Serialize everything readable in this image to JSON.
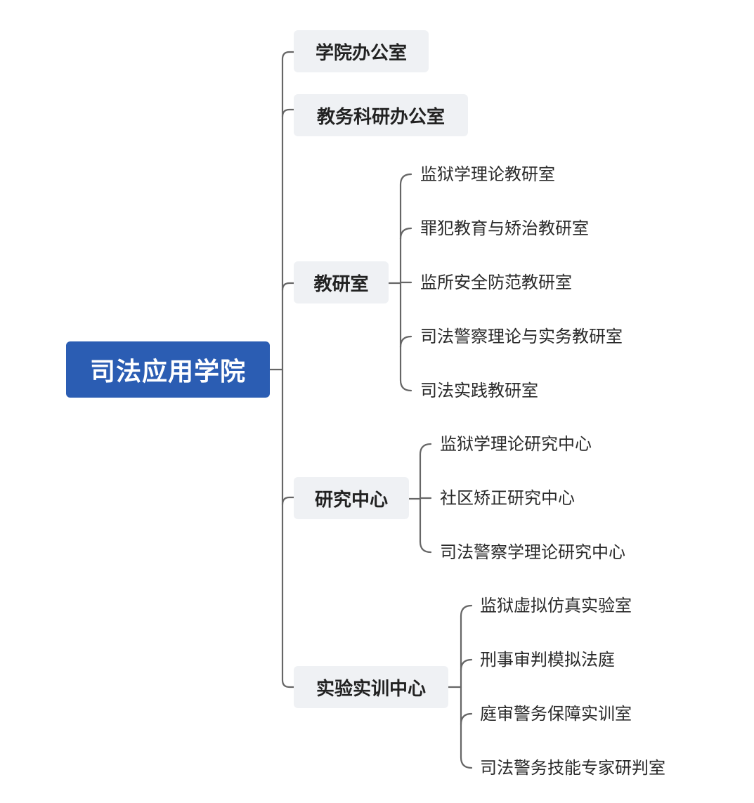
{
  "root": "司法应用学院",
  "branches": [
    {
      "label": "学院办公室",
      "children": []
    },
    {
      "label": "教务科研办公室",
      "children": []
    },
    {
      "label": "教研室",
      "children": [
        "监狱学理论教研室",
        "罪犯教育与矫治教研室",
        "监所安全防范教研室",
        "司法警察理论与实务教研室",
        "司法实践教研室"
      ]
    },
    {
      "label": "研究中心",
      "children": [
        "监狱学理论研究中心",
        "社区矫正研究中心",
        "司法警察学理论研究中心"
      ]
    },
    {
      "label": "实验实训中心",
      "children": [
        "监狱虚拟仿真实验室",
        "刑事审判模拟法庭",
        "庭审警务保障实训室",
        "司法警务技能专家研判室"
      ]
    }
  ],
  "colors": {
    "root_bg": "#2b5db3",
    "branch_bg": "#eff1f4",
    "connector": "#666666"
  }
}
